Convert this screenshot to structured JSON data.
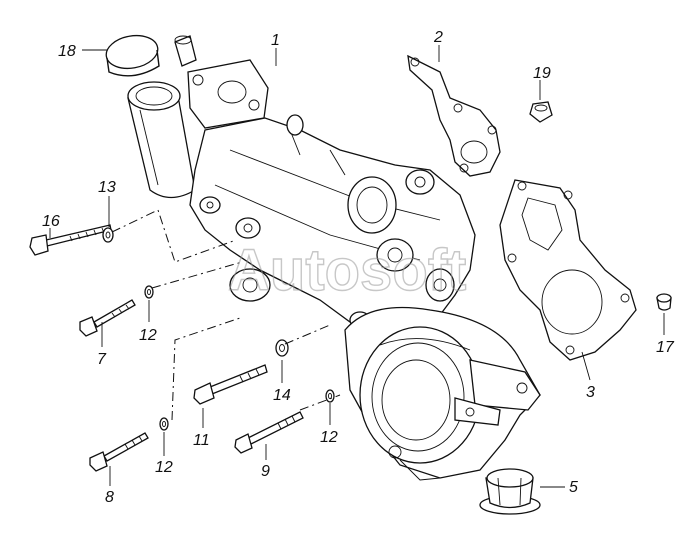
{
  "watermark": "Autosoft",
  "callouts": [
    {
      "id": "c1",
      "text": "1"
    },
    {
      "id": "c2",
      "text": "2"
    },
    {
      "id": "c3",
      "text": "3"
    },
    {
      "id": "c5",
      "text": "5"
    },
    {
      "id": "c7",
      "text": "7"
    },
    {
      "id": "c8",
      "text": "8"
    },
    {
      "id": "c9",
      "text": "9"
    },
    {
      "id": "c11",
      "text": "11"
    },
    {
      "id": "c12a",
      "text": "12"
    },
    {
      "id": "c12b",
      "text": "12"
    },
    {
      "id": "c12c",
      "text": "12"
    },
    {
      "id": "c13",
      "text": "13"
    },
    {
      "id": "c14",
      "text": "14"
    },
    {
      "id": "c16",
      "text": "16"
    },
    {
      "id": "c17",
      "text": "17"
    },
    {
      "id": "c18",
      "text": "18"
    },
    {
      "id": "c19",
      "text": "19"
    }
  ]
}
